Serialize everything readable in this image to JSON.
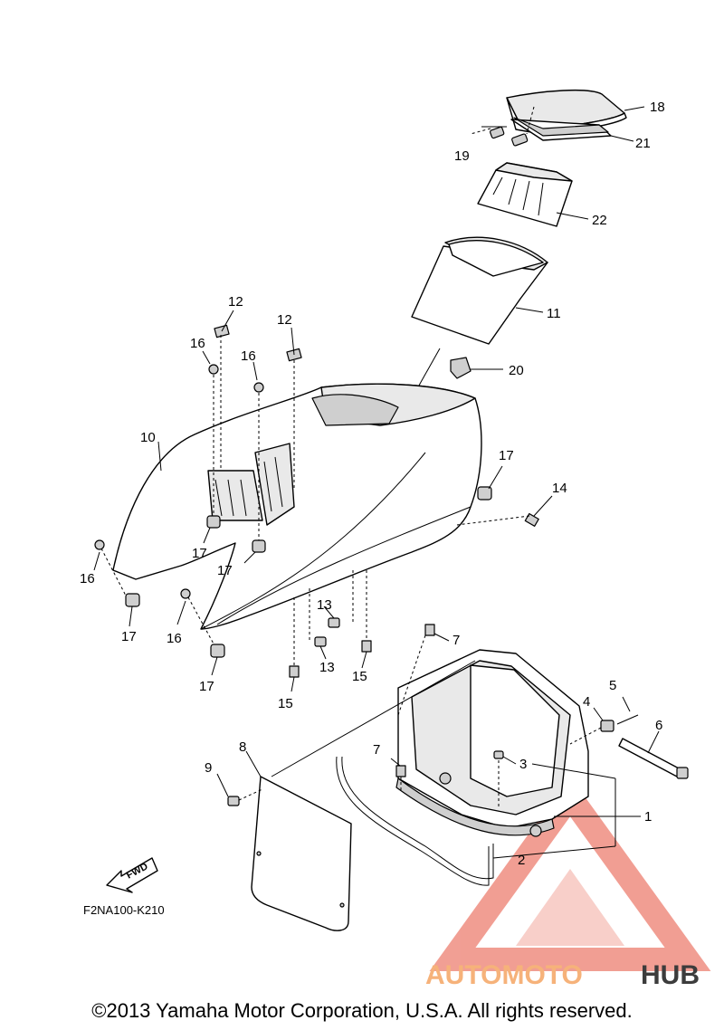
{
  "callouts": {
    "c1": "1",
    "c2": "2",
    "c3": "3",
    "c4": "4",
    "c5": "5",
    "c6": "6",
    "c7a": "7",
    "c7b": "7",
    "c8": "8",
    "c9": "9",
    "c10": "10",
    "c11": "11",
    "c12a": "12",
    "c12b": "12",
    "c13a": "13",
    "c13b": "13",
    "c14": "14",
    "c15a": "15",
    "c15b": "15",
    "c16a": "16",
    "c16b": "16",
    "c16c": "16",
    "c16d": "16",
    "c17a": "17",
    "c17b": "17",
    "c17c": "17",
    "c17d": "17",
    "c17e": "17",
    "c18": "18",
    "c19": "19",
    "c20": "20",
    "c21": "21",
    "c22": "22"
  },
  "fwd_label": "FWD",
  "diagram_code": "F2NA100-K210",
  "watermark": {
    "part1": "AUTOMOTO",
    "part2": "HUB",
    "color_primary": "#f6b27a",
    "color_secondary": "#3c3c3c",
    "logo_color": "#e6503c"
  },
  "copyright": "©2013 Yamaha Motor Corporation, U.S.A. All rights reserved."
}
